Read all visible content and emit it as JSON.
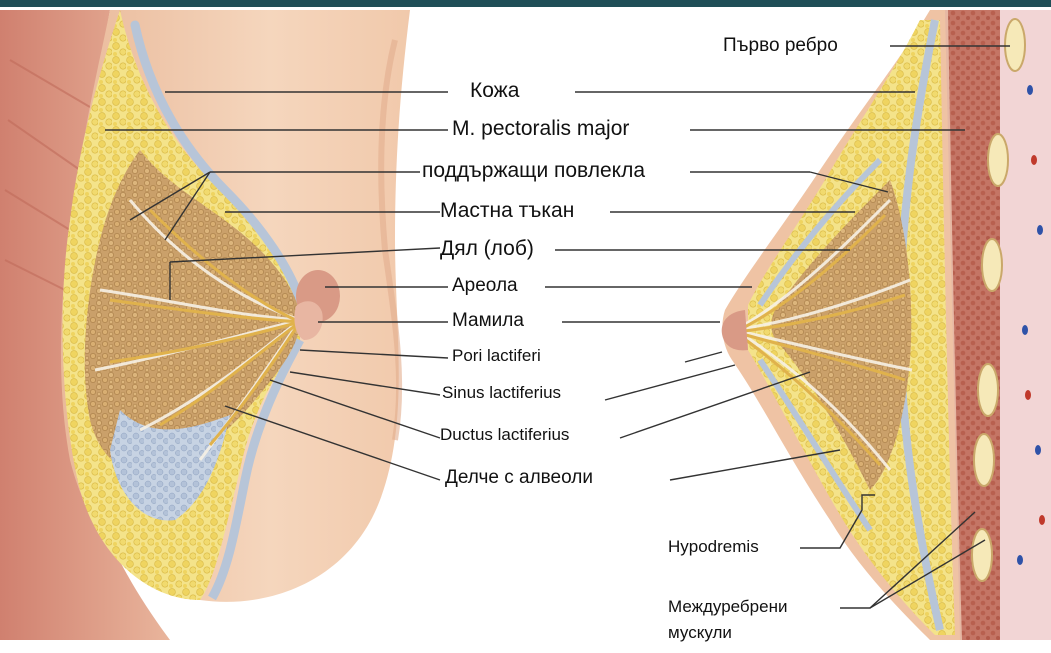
{
  "labels": {
    "first_rib": "Първо ребро",
    "skin": "Кожа",
    "pectoralis": "M. pectoralis major",
    "suspensory": "поддържащи повлекла",
    "fat": "Мастна тъкан",
    "lobe": "Дял (лоб)",
    "areola": "Ареола",
    "nipple": "Мамила",
    "pori": "Pori lactiferi",
    "sinus": "Sinus lactiferius",
    "ductus": "Ductus lactiferius",
    "lobule": "Делче с алвеоли",
    "hypodermis": "Hypodremis",
    "intercostal_1": "Междуребрени",
    "intercostal_2": "мускули"
  },
  "colors": {
    "header_bar": "#1f4e57",
    "skin": "#efc7a8",
    "muscle": "#c97a6a",
    "fat": "#f3e27a",
    "lobule": "#d9b276",
    "lobule_dark": "#b88a4e",
    "fascia": "#b7c5d8",
    "leader_line": "#333333"
  }
}
